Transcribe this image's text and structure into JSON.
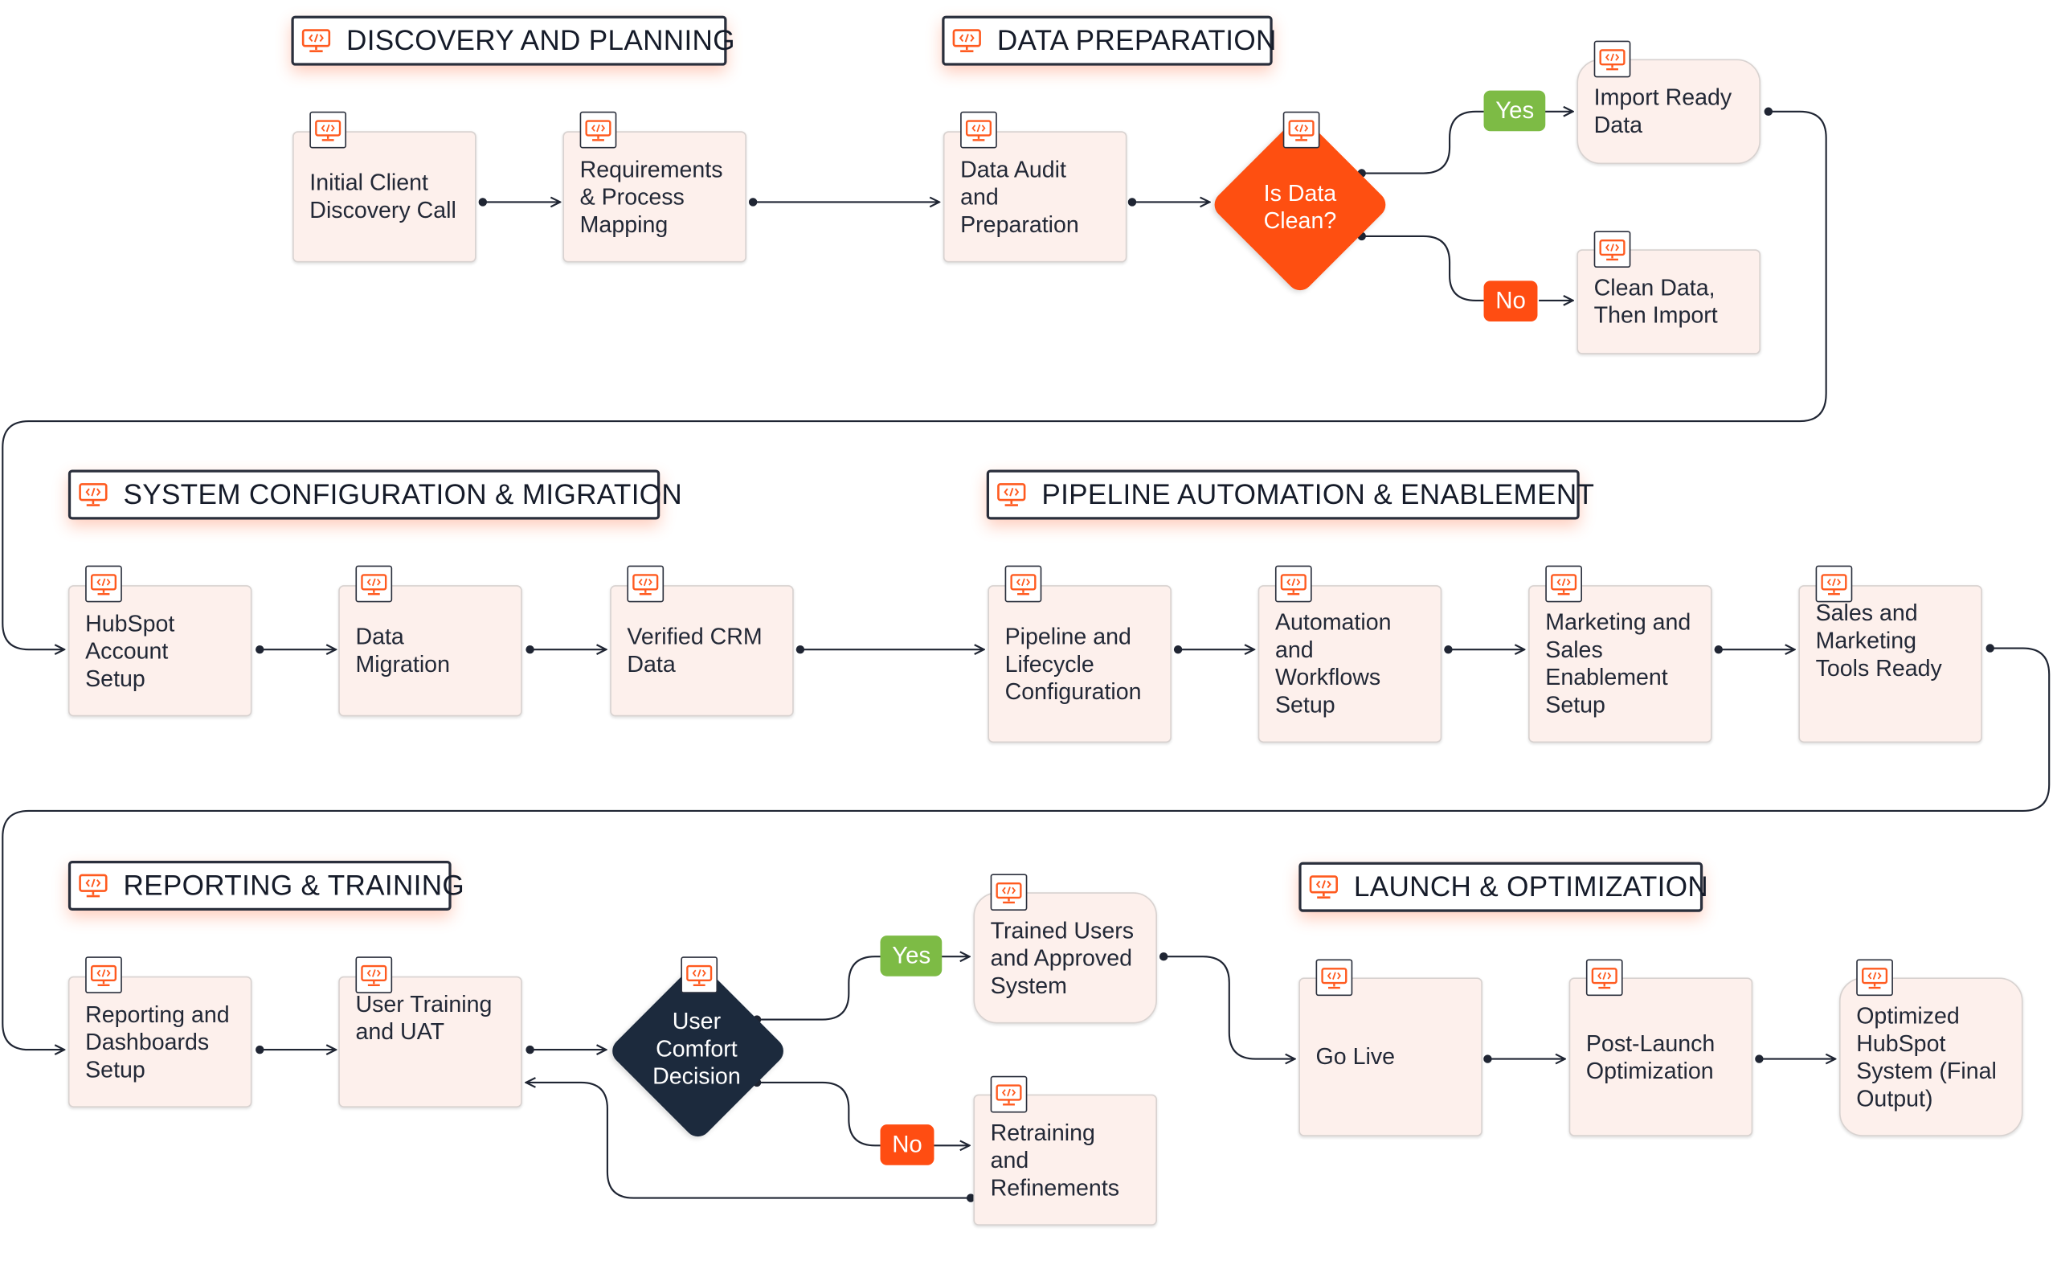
{
  "colors": {
    "accent_orange": "#ff4d12",
    "accent_green": "#7dbb45",
    "dark_navy": "#1c2a3d",
    "node_fill": "#fdf0ec",
    "connector": "#1f2533"
  },
  "icon_name": "code-monitor-icon",
  "sections": {
    "discovery": "DISCOVERY AND PLANNING",
    "data_prep": "DATA PREPARATION",
    "system_config": "SYSTEM CONFIGURATION & MIGRATION",
    "pipeline": "PIPELINE AUTOMATION & ENABLEMENT",
    "reporting": "REPORTING & TRAINING",
    "launch": "LAUNCH & OPTIMIZATION"
  },
  "nodes": {
    "initial_call": "Initial Client\nDiscovery Call",
    "requirements": "Requirements\n& Process\nMapping",
    "data_audit": "Data Audit\nand\nPreparation",
    "import_ready": "Import Ready\nData",
    "clean_data": "Clean Data,\nThen Import",
    "hubspot_setup": "HubSpot\nAccount\nSetup",
    "data_migration": "Data\nMigration",
    "verified_crm": "Verified CRM\nData",
    "pipeline_config": "Pipeline and\nLifecycle\nConfiguration",
    "automation": "Automation\nand\nWorkflows\nSetup",
    "enablement": "Marketing and\nSales\nEnablement\nSetup",
    "tools_ready": "Sales and\nMarketing\nTools Ready",
    "reporting": "Reporting and\nDashboards\nSetup",
    "user_training": "User Training\nand UAT",
    "trained_users": "Trained Users\nand Approved\nSystem",
    "retraining": "Retraining\nand\nRefinements",
    "go_live": "Go Live",
    "post_launch": "Post-Launch\nOptimization",
    "optimized": "Optimized\nHubSpot\nSystem (Final\nOutput)"
  },
  "decisions": {
    "data_clean": "Is Data\nClean?",
    "user_comfort": "User\nComfort\nDecision"
  },
  "badges": {
    "yes": "Yes",
    "no": "No"
  }
}
